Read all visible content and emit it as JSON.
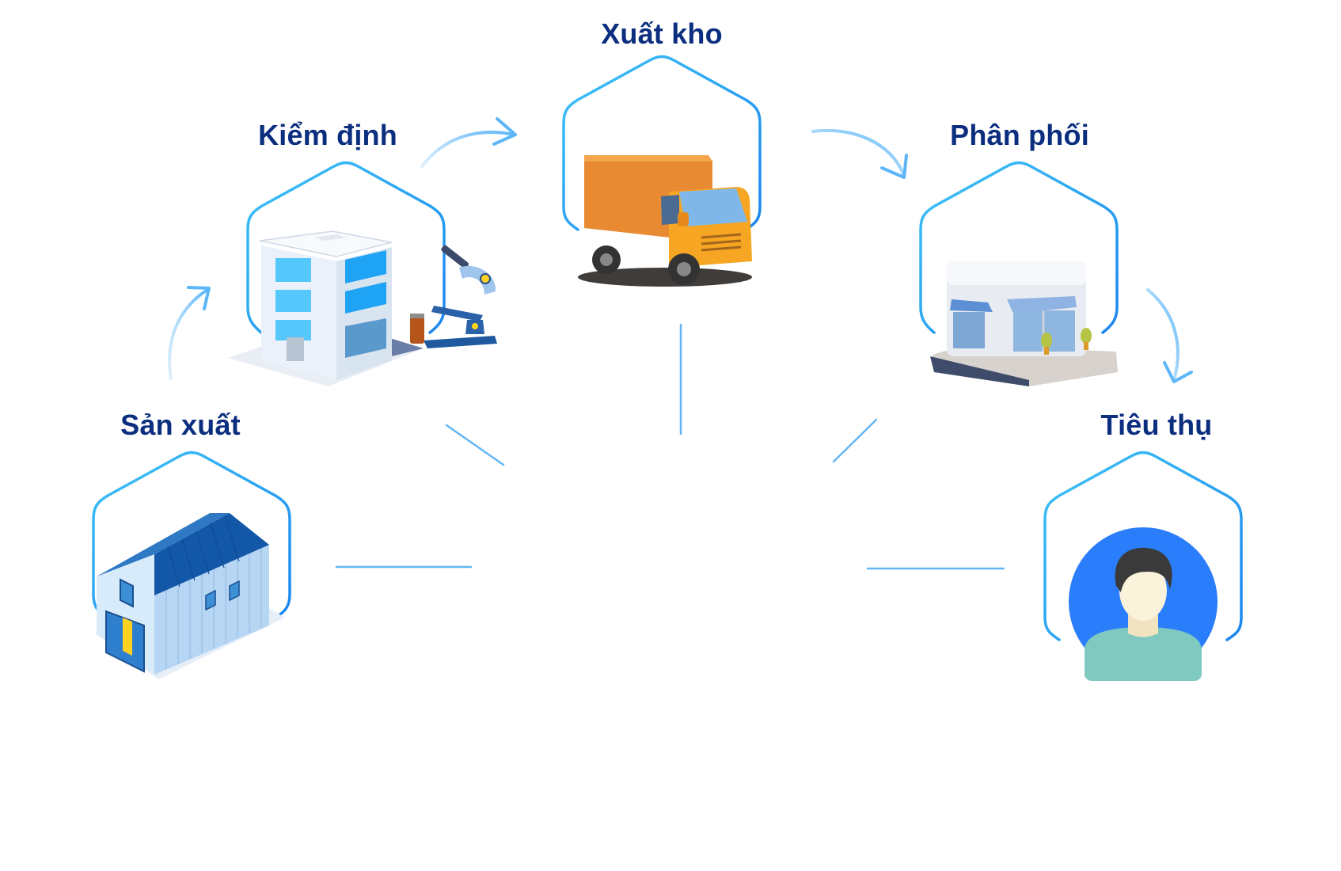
{
  "diagram": {
    "type": "supply-chain-flow",
    "colors": {
      "label": "#0b2e7f",
      "hexagon_stroke": "#2aa7f5",
      "arrow": "#6cbcf7",
      "connector": "#62b6f4"
    },
    "steps": [
      {
        "id": "san-xuat",
        "label": "Sản xuất",
        "icon": "factory-barn-icon"
      },
      {
        "id": "kiem-dinh",
        "label": "Kiểm định",
        "icon": "lab-building-microscope-icon"
      },
      {
        "id": "xuat-kho",
        "label": "Xuất kho",
        "icon": "delivery-truck-icon"
      },
      {
        "id": "phan-phoi",
        "label": "Phân phối",
        "icon": "retail-store-icon"
      },
      {
        "id": "tieu-thu",
        "label": "Tiêu thụ",
        "icon": "consumer-avatar-icon"
      }
    ],
    "flow": [
      {
        "from": "san-xuat",
        "to": "kiem-dinh"
      },
      {
        "from": "kiem-dinh",
        "to": "xuat-kho"
      },
      {
        "from": "xuat-kho",
        "to": "phan-phoi"
      },
      {
        "from": "phan-phoi",
        "to": "tieu-thu"
      }
    ]
  }
}
